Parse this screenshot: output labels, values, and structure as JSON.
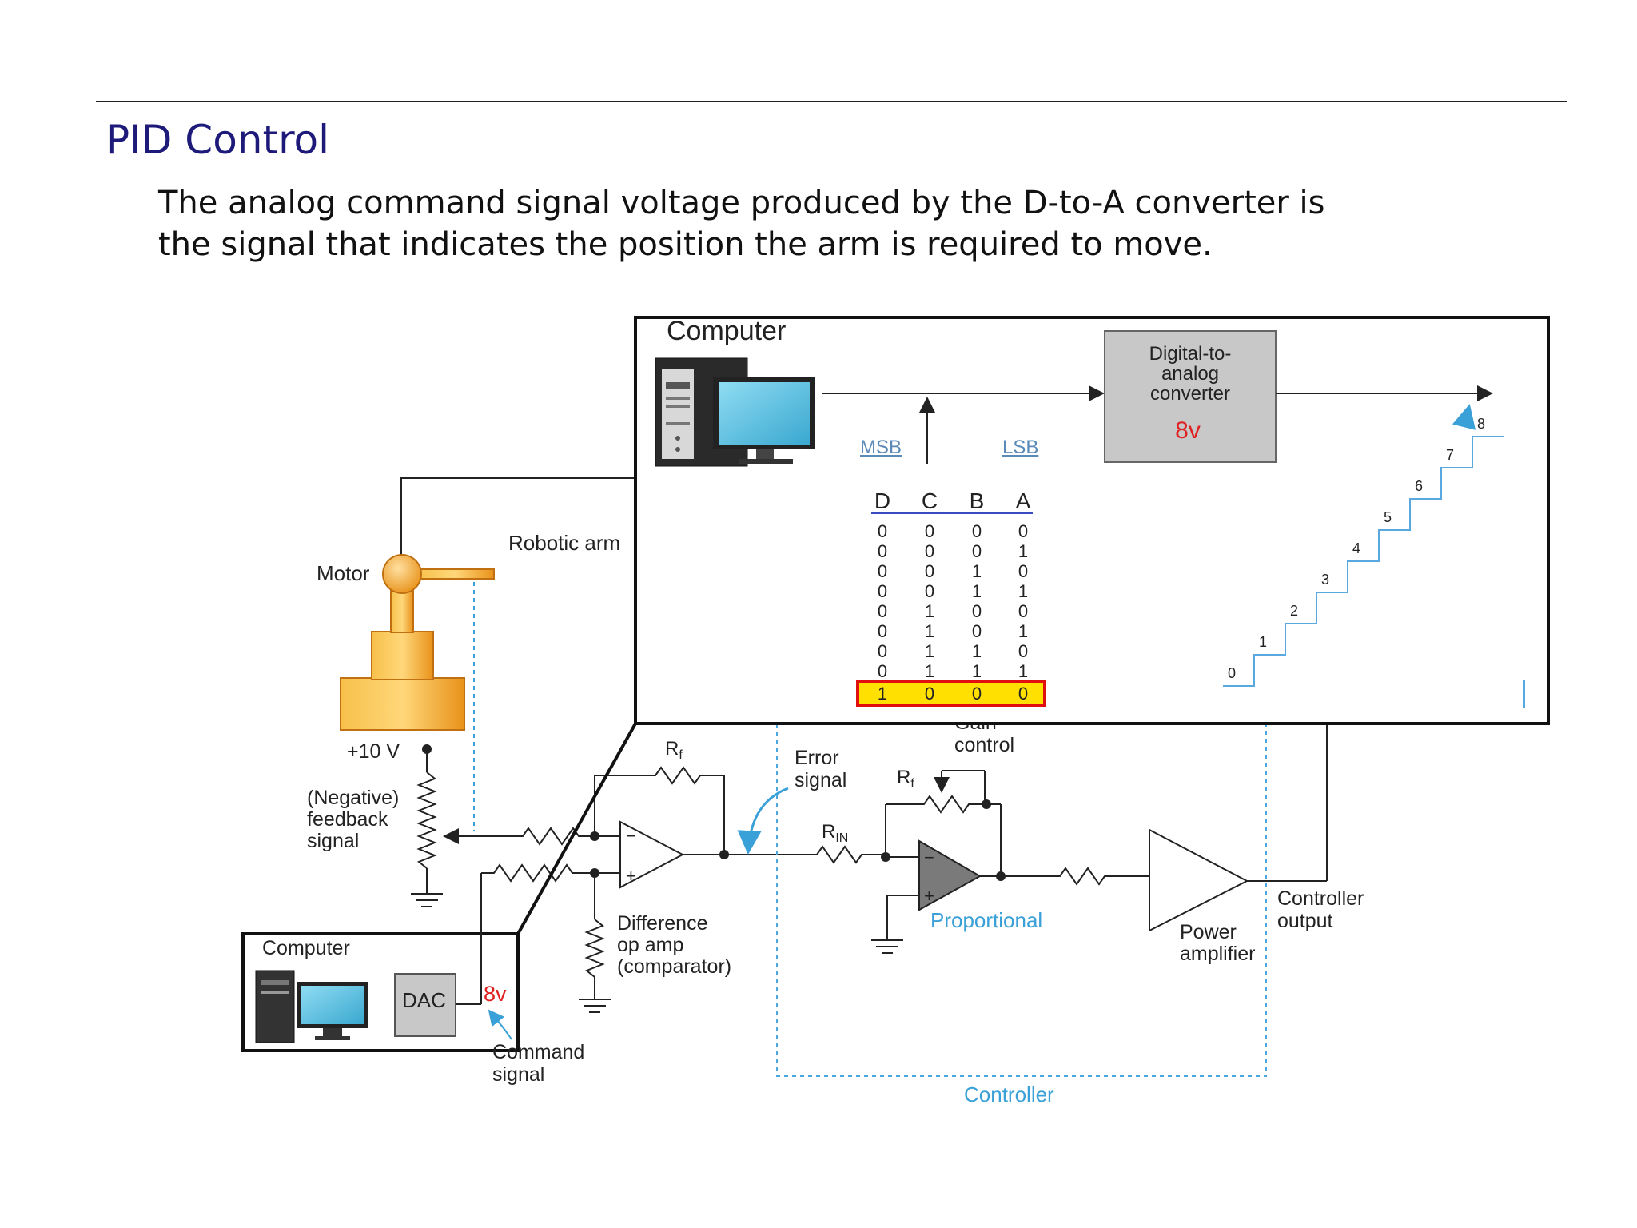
{
  "slide": {
    "title": "PID Control",
    "body_lines": [
      "The analog command signal voltage produced by the D-to-A converter is",
      "the signal that indicates the position the arm is required to move."
    ]
  },
  "zoom_panel": {
    "computer_label": "Computer",
    "dac_lines": [
      "Digital-to-",
      "analog",
      "converter"
    ],
    "dac_output": "8v",
    "msb_label": "MSB",
    "lsb_label": "LSB",
    "table_headers": [
      "D",
      "C",
      "B",
      "A"
    ],
    "table_rows": [
      [
        "0",
        "0",
        "0",
        "0"
      ],
      [
        "0",
        "0",
        "0",
        "1"
      ],
      [
        "0",
        "0",
        "1",
        "0"
      ],
      [
        "0",
        "0",
        "1",
        "1"
      ],
      [
        "0",
        "1",
        "0",
        "0"
      ],
      [
        "0",
        "1",
        "0",
        "1"
      ],
      [
        "0",
        "1",
        "1",
        "0"
      ],
      [
        "0",
        "1",
        "1",
        "1"
      ]
    ],
    "highlight_row": [
      "1",
      "0",
      "0",
      "0"
    ],
    "staircase_steps": [
      "0",
      "1",
      "2",
      "3",
      "4",
      "5",
      "6",
      "7",
      "8"
    ]
  },
  "circuit": {
    "motor_label": "Motor",
    "robotic_arm_label": "Robotic arm",
    "supply_label": "+10 V",
    "feedback_lines": [
      "(Negative)",
      "feedback",
      "signal"
    ],
    "rf_label": "R",
    "rf_sub": "f",
    "error_lines": [
      "Error",
      "signal"
    ],
    "gain_lines": [
      "Gain",
      "control"
    ],
    "rin_label": "R",
    "rin_sub": "IN",
    "diff_amp_lines": [
      "Difference",
      "op amp",
      "(comparator)"
    ],
    "proportional_label": "Proportional",
    "power_amp_lines": [
      "Power",
      "amplifier"
    ],
    "controller_output_lines": [
      "Controller",
      "output"
    ],
    "controller_label": "Controller",
    "small_computer_label": "Computer",
    "dac_short": "DAC",
    "command_voltage": "8v",
    "command_lines": [
      "Command",
      "signal"
    ],
    "minus_sign": "−",
    "plus_sign": "+"
  },
  "colors": {
    "title": "#1d1a7a",
    "accent_blue": "#3aa0d8",
    "dashed_blue": "#4aa8e0",
    "red": "#e02020",
    "motor_orange": "#f4a72c",
    "highlight_yellow": "#ffe000",
    "highlight_border": "#e01010",
    "dac_gray": "#c8c8c8"
  }
}
